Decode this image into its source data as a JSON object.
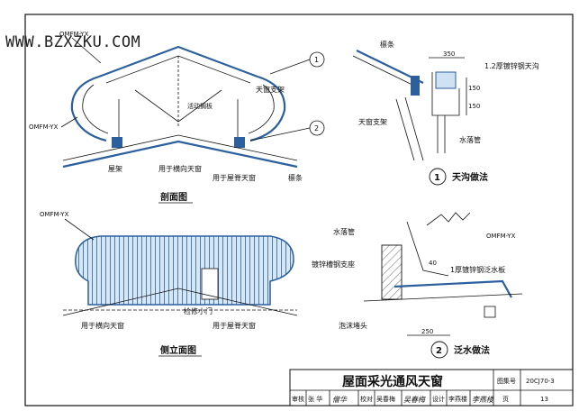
{
  "watermark": "WWW.BZXZKU.COM",
  "section_view": {
    "title": "剖面图",
    "labels": {
      "omfm_top": "OMFM-YX",
      "omfm_left": "OMFM-YX",
      "skylight_frame": "天窗支架",
      "movable_flap": "活动搁板",
      "roof_frame": "屋架",
      "for_transverse": "用于横向天窗",
      "for_ridge": "用于屋脊天窗",
      "purlin": "檩条"
    },
    "callouts": [
      "1",
      "2"
    ]
  },
  "side_view": {
    "title": "侧立面图",
    "labels": {
      "omfm": "OMFM-YX",
      "access_door": "检修小门",
      "for_transverse": "用于横向天窗",
      "for_ridge": "用于屋脊天窗"
    }
  },
  "detail1": {
    "number": "1",
    "title": "天沟做法",
    "labels": {
      "purlin": "檩条",
      "gutter": "1.2厚镀锌钢天沟",
      "frame": "天窗支架",
      "downpipe": "水落管"
    },
    "dims": [
      "350",
      "150",
      "150"
    ]
  },
  "detail2": {
    "number": "2",
    "title": "泛水做法",
    "labels": {
      "downpipe": "水落管",
      "omfm": "OMFM-YX",
      "channel_seat": "镀锌槽钢支座",
      "flashing": "1厚镀锌钢泛水板",
      "foam_plug": "泡沫堵头"
    },
    "dims": [
      "40",
      "250"
    ]
  },
  "title_block": {
    "drawing_title": "屋面采光通风天窗",
    "atlas_label": "图集号",
    "atlas_no": "20CJ70-3",
    "review_label": "审核",
    "reviewer": "张 华",
    "reviewer_sig": "僧华",
    "check_label": "校对",
    "checker": "吴春梅",
    "checker_sig": "吴春梅",
    "design_label": "设计",
    "designer": "李燕楼",
    "designer_sig": "李燕楼",
    "page_label": "页",
    "page_no": "13"
  }
}
